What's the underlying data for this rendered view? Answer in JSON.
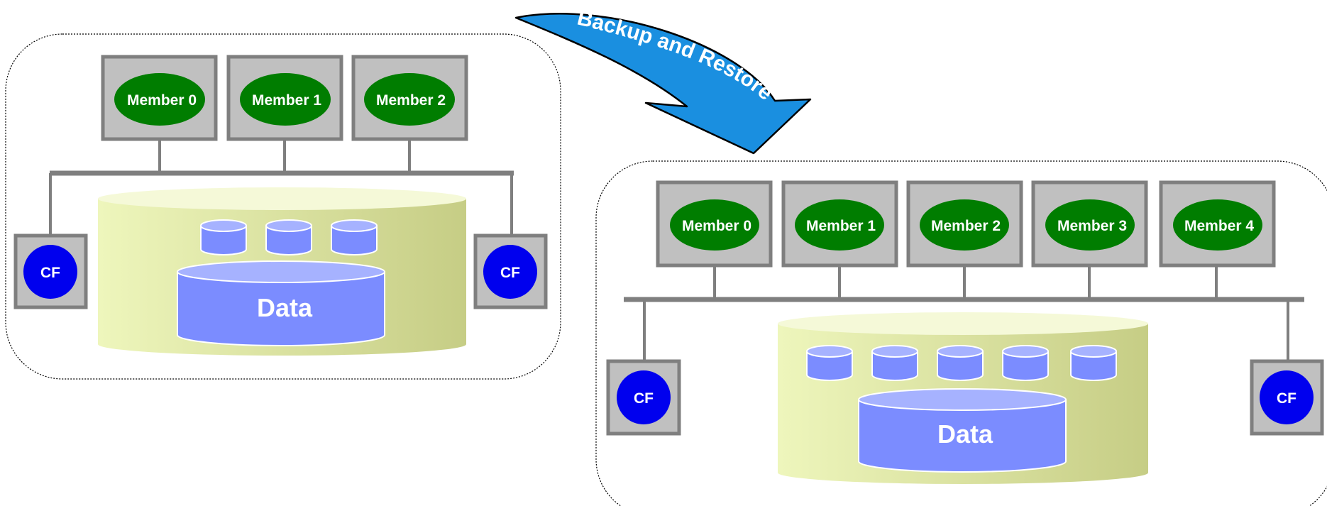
{
  "colors": {
    "member_oval": "#007d00",
    "cf_circle": "#0000ee",
    "box_fill": "#c0c0c0",
    "box_border": "#7f7f7f",
    "db_light": "#eef6bc",
    "db_dark": "#c6cd85",
    "disk": "#7b8cff",
    "arrow": "#1a8fe0"
  },
  "arrow": {
    "label": "Backup and Restore",
    "icon": "curved-arrow-icon"
  },
  "clusters": [
    {
      "name": "source",
      "members": [
        "Member 0",
        "Member 1",
        "Member 2"
      ],
      "cf": [
        "CF",
        "CF"
      ],
      "small_disk_count": 3,
      "data_label": "Data"
    },
    {
      "name": "target",
      "members": [
        "Member 0",
        "Member 1",
        "Member 2",
        "Member 3",
        "Member 4"
      ],
      "cf": [
        "CF",
        "CF"
      ],
      "small_disk_count": 5,
      "data_label": "Data"
    }
  ]
}
